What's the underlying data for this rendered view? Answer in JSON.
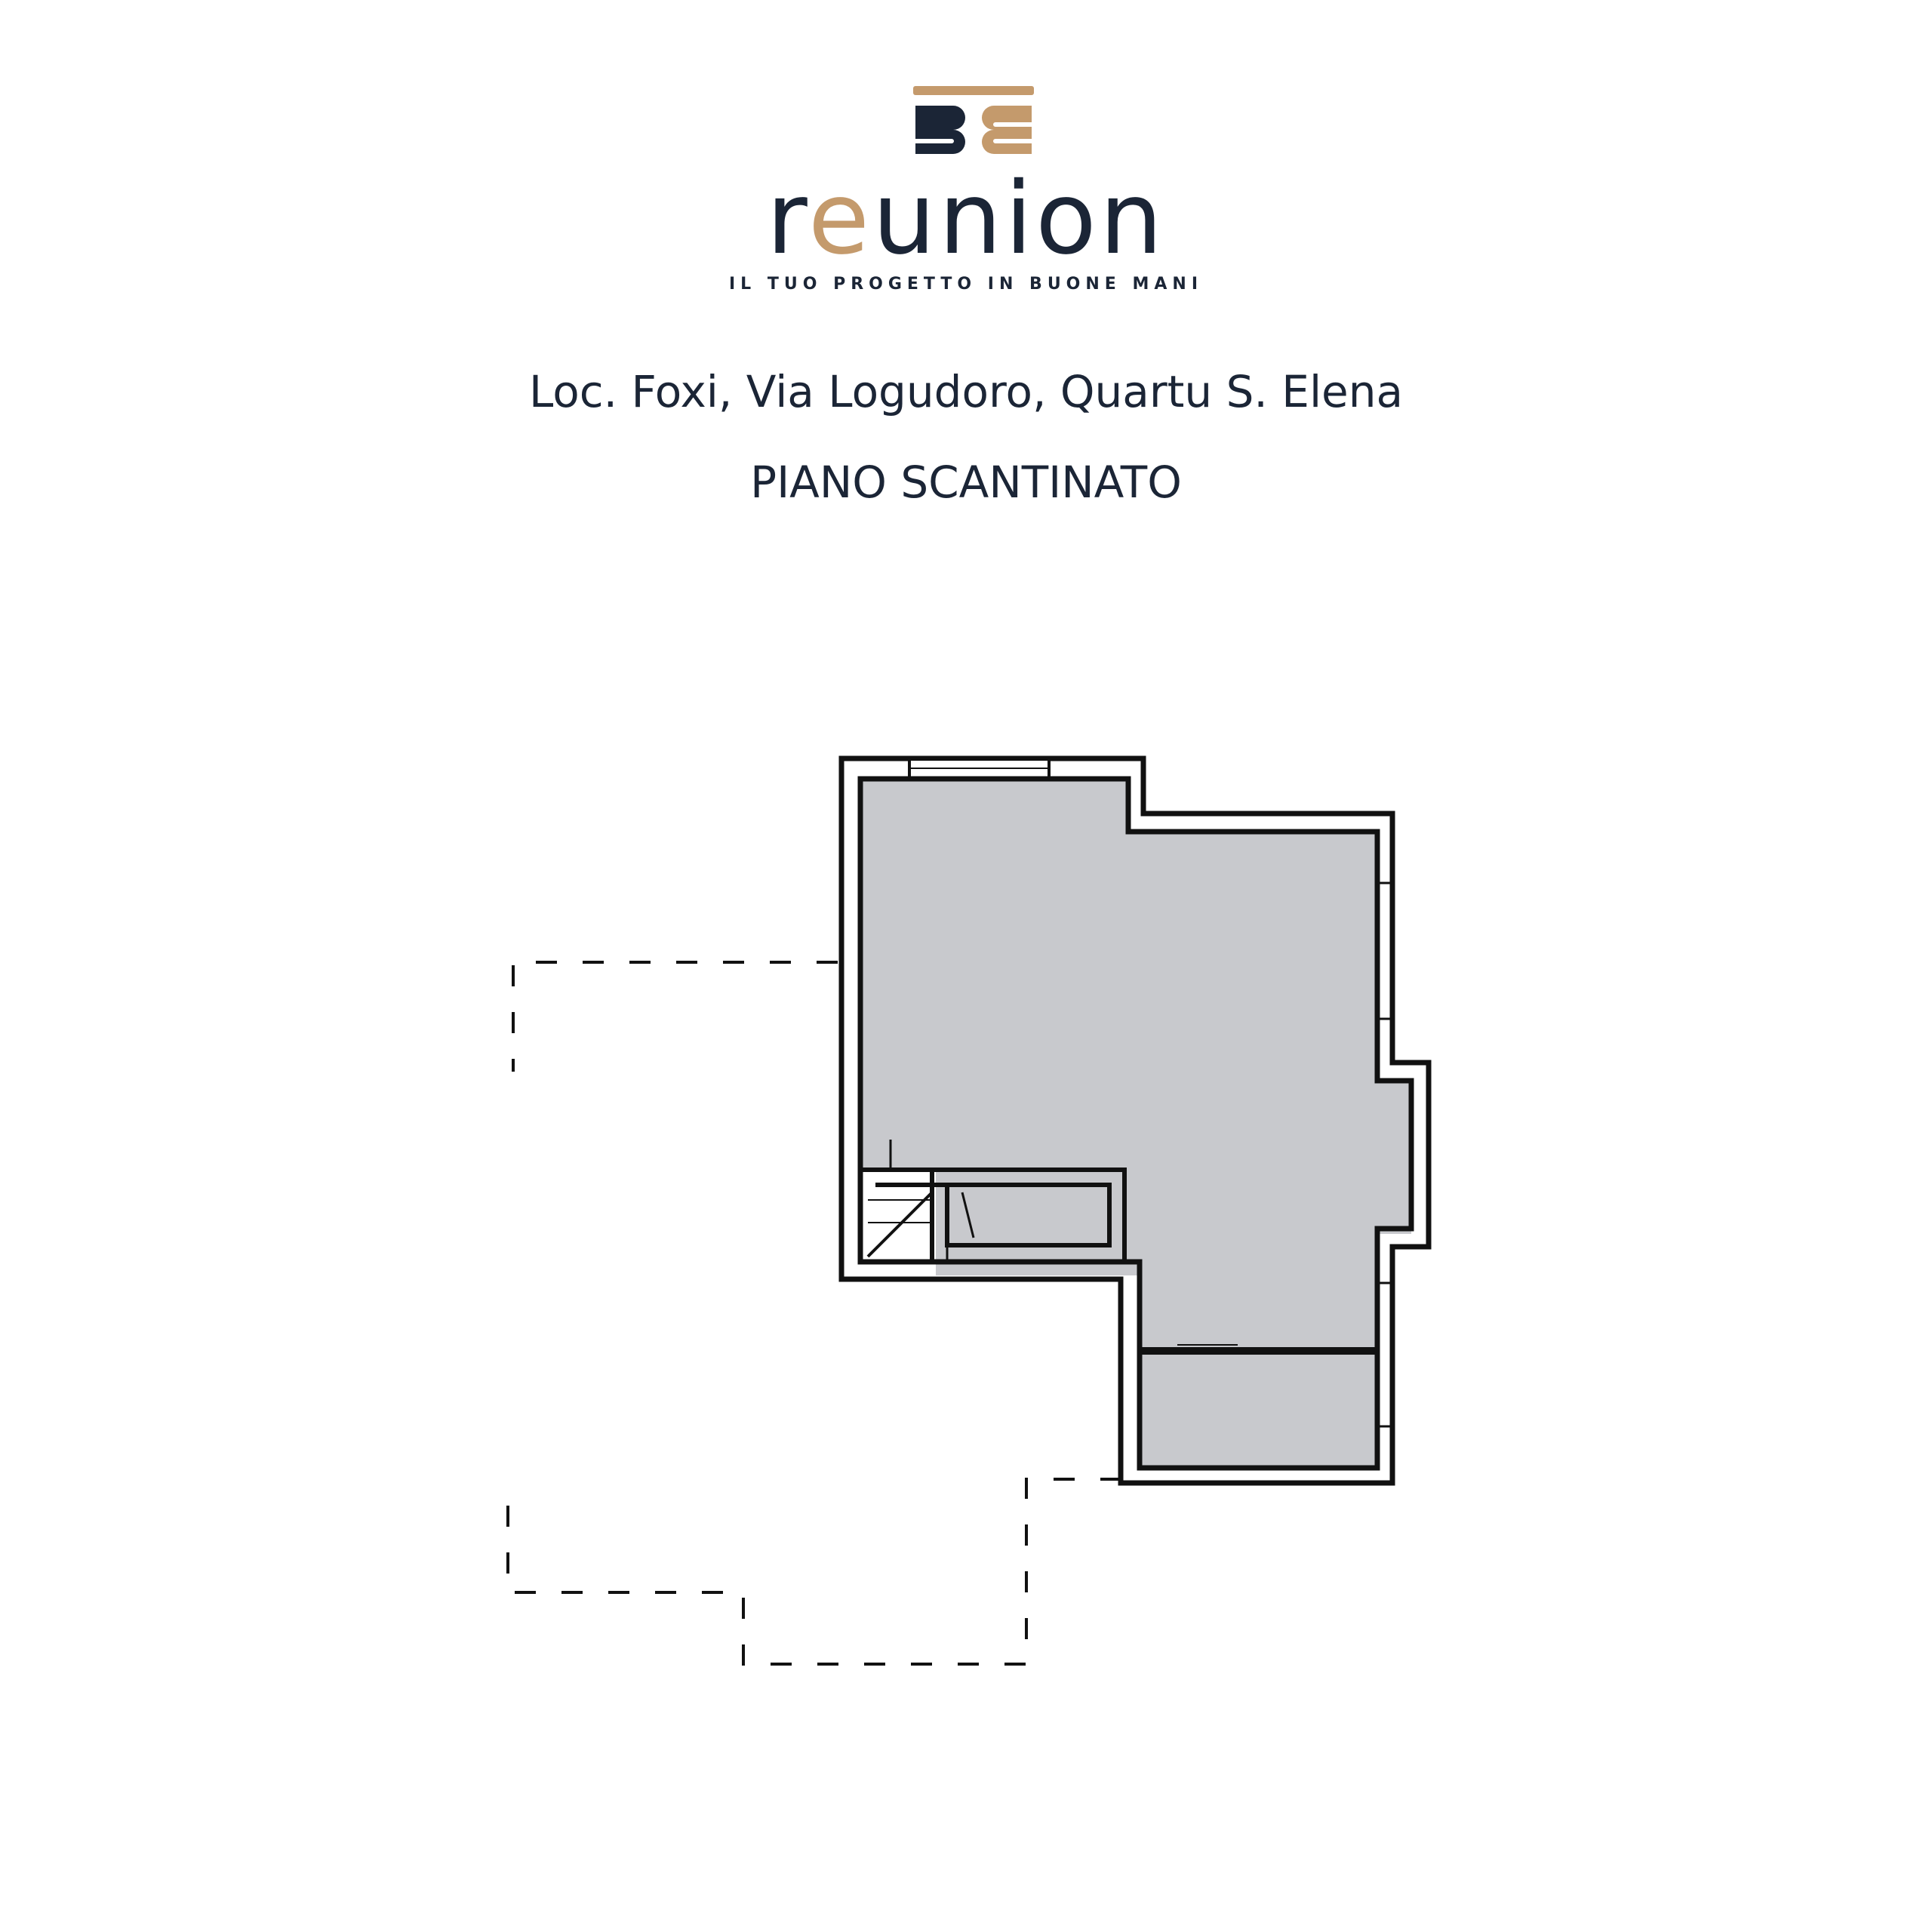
{
  "brand": {
    "name_start": "r",
    "name_accent": "e",
    "name_end": "union",
    "tagline": "IL TUO PROGETTO IN BUONE MANI",
    "colors": {
      "navy": "#1b2536",
      "gold": "#c49a6c"
    }
  },
  "listing": {
    "address": "Loc. Foxi, Via Logudoro, Quartu S. Elena",
    "floor": "PIANO SCANTINATO"
  },
  "plan": {
    "fill_color": "#c8c9cd",
    "wall_color": "#111111"
  }
}
